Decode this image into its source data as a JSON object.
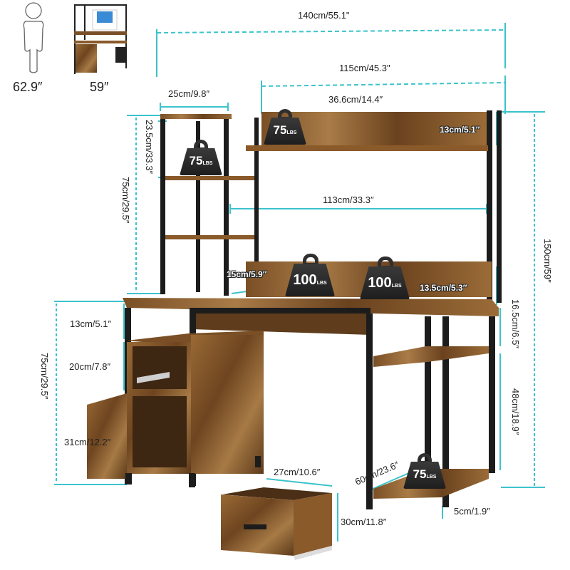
{
  "comparison": {
    "person_height": "62.9″",
    "desk_height": "59″"
  },
  "dimensions": {
    "overall_width": "140cm/55.1\"",
    "hutch_width": "115cm/45.3\"",
    "cubby_width": "36.6cm/14.4″",
    "side_shelf_width": "25cm/9.8″",
    "top_cubby_height": "13cm/5.1″",
    "side_shelf_height": "23.5cm/33.3″",
    "hutch_height": "75cm/29.5″",
    "inner_width": "113cm/33.3″",
    "monitor_riser_left": "15cm/5.9″",
    "monitor_riser_right": "13.5cm/5.3″",
    "overall_height": "150cm/59″",
    "upper_shelf_gap": "16.5cm/6.5″",
    "lower_shelf_gap": "48cm/18.9″",
    "cabinet_top_gap": "13cm/5.1″",
    "cabinet_open_cubby": "20cm/7.8″",
    "cabinet_door_section": "31cm/12.2″",
    "desk_height": "75cm/29.5″",
    "drawer_depth": "27cm/10.6″",
    "drawer_height": "30cm/11.8″",
    "desk_depth": "60cm/23.6″",
    "floor_clearance": "5cm/1.9″"
  },
  "weights": [
    {
      "value": "75",
      "unit": "LBS",
      "location": "hutch-top-shelf"
    },
    {
      "value": "75",
      "unit": "LBS",
      "location": "side-shelf"
    },
    {
      "value": "100",
      "unit": "LBS",
      "location": "monitor-riser-left"
    },
    {
      "value": "100",
      "unit": "LBS",
      "location": "monitor-riser-right"
    },
    {
      "value": "75",
      "unit": "LBS",
      "location": "bottom-shelf"
    }
  ],
  "colors": {
    "dimension_line": "#3cc3cc",
    "frame": "#1c1c1c",
    "wood": "#8a5a2b",
    "wood_dark": "#5a3a1c"
  }
}
